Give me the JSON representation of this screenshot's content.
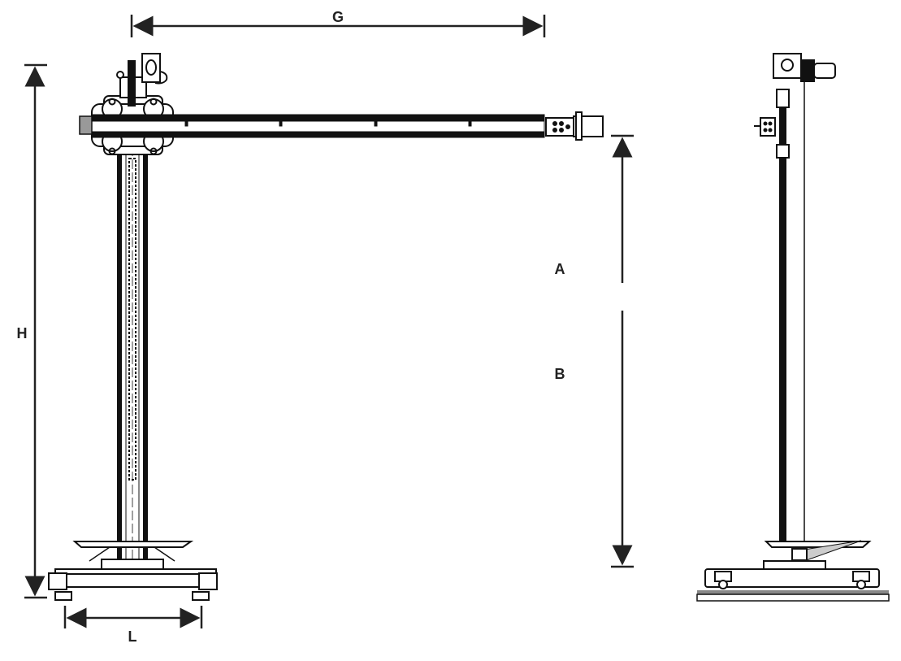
{
  "dimensions": {
    "G": "G",
    "H": "H",
    "A": "A",
    "B": "B",
    "L": "L"
  },
  "colors": {
    "line": "#111111",
    "rail": "#888888"
  }
}
